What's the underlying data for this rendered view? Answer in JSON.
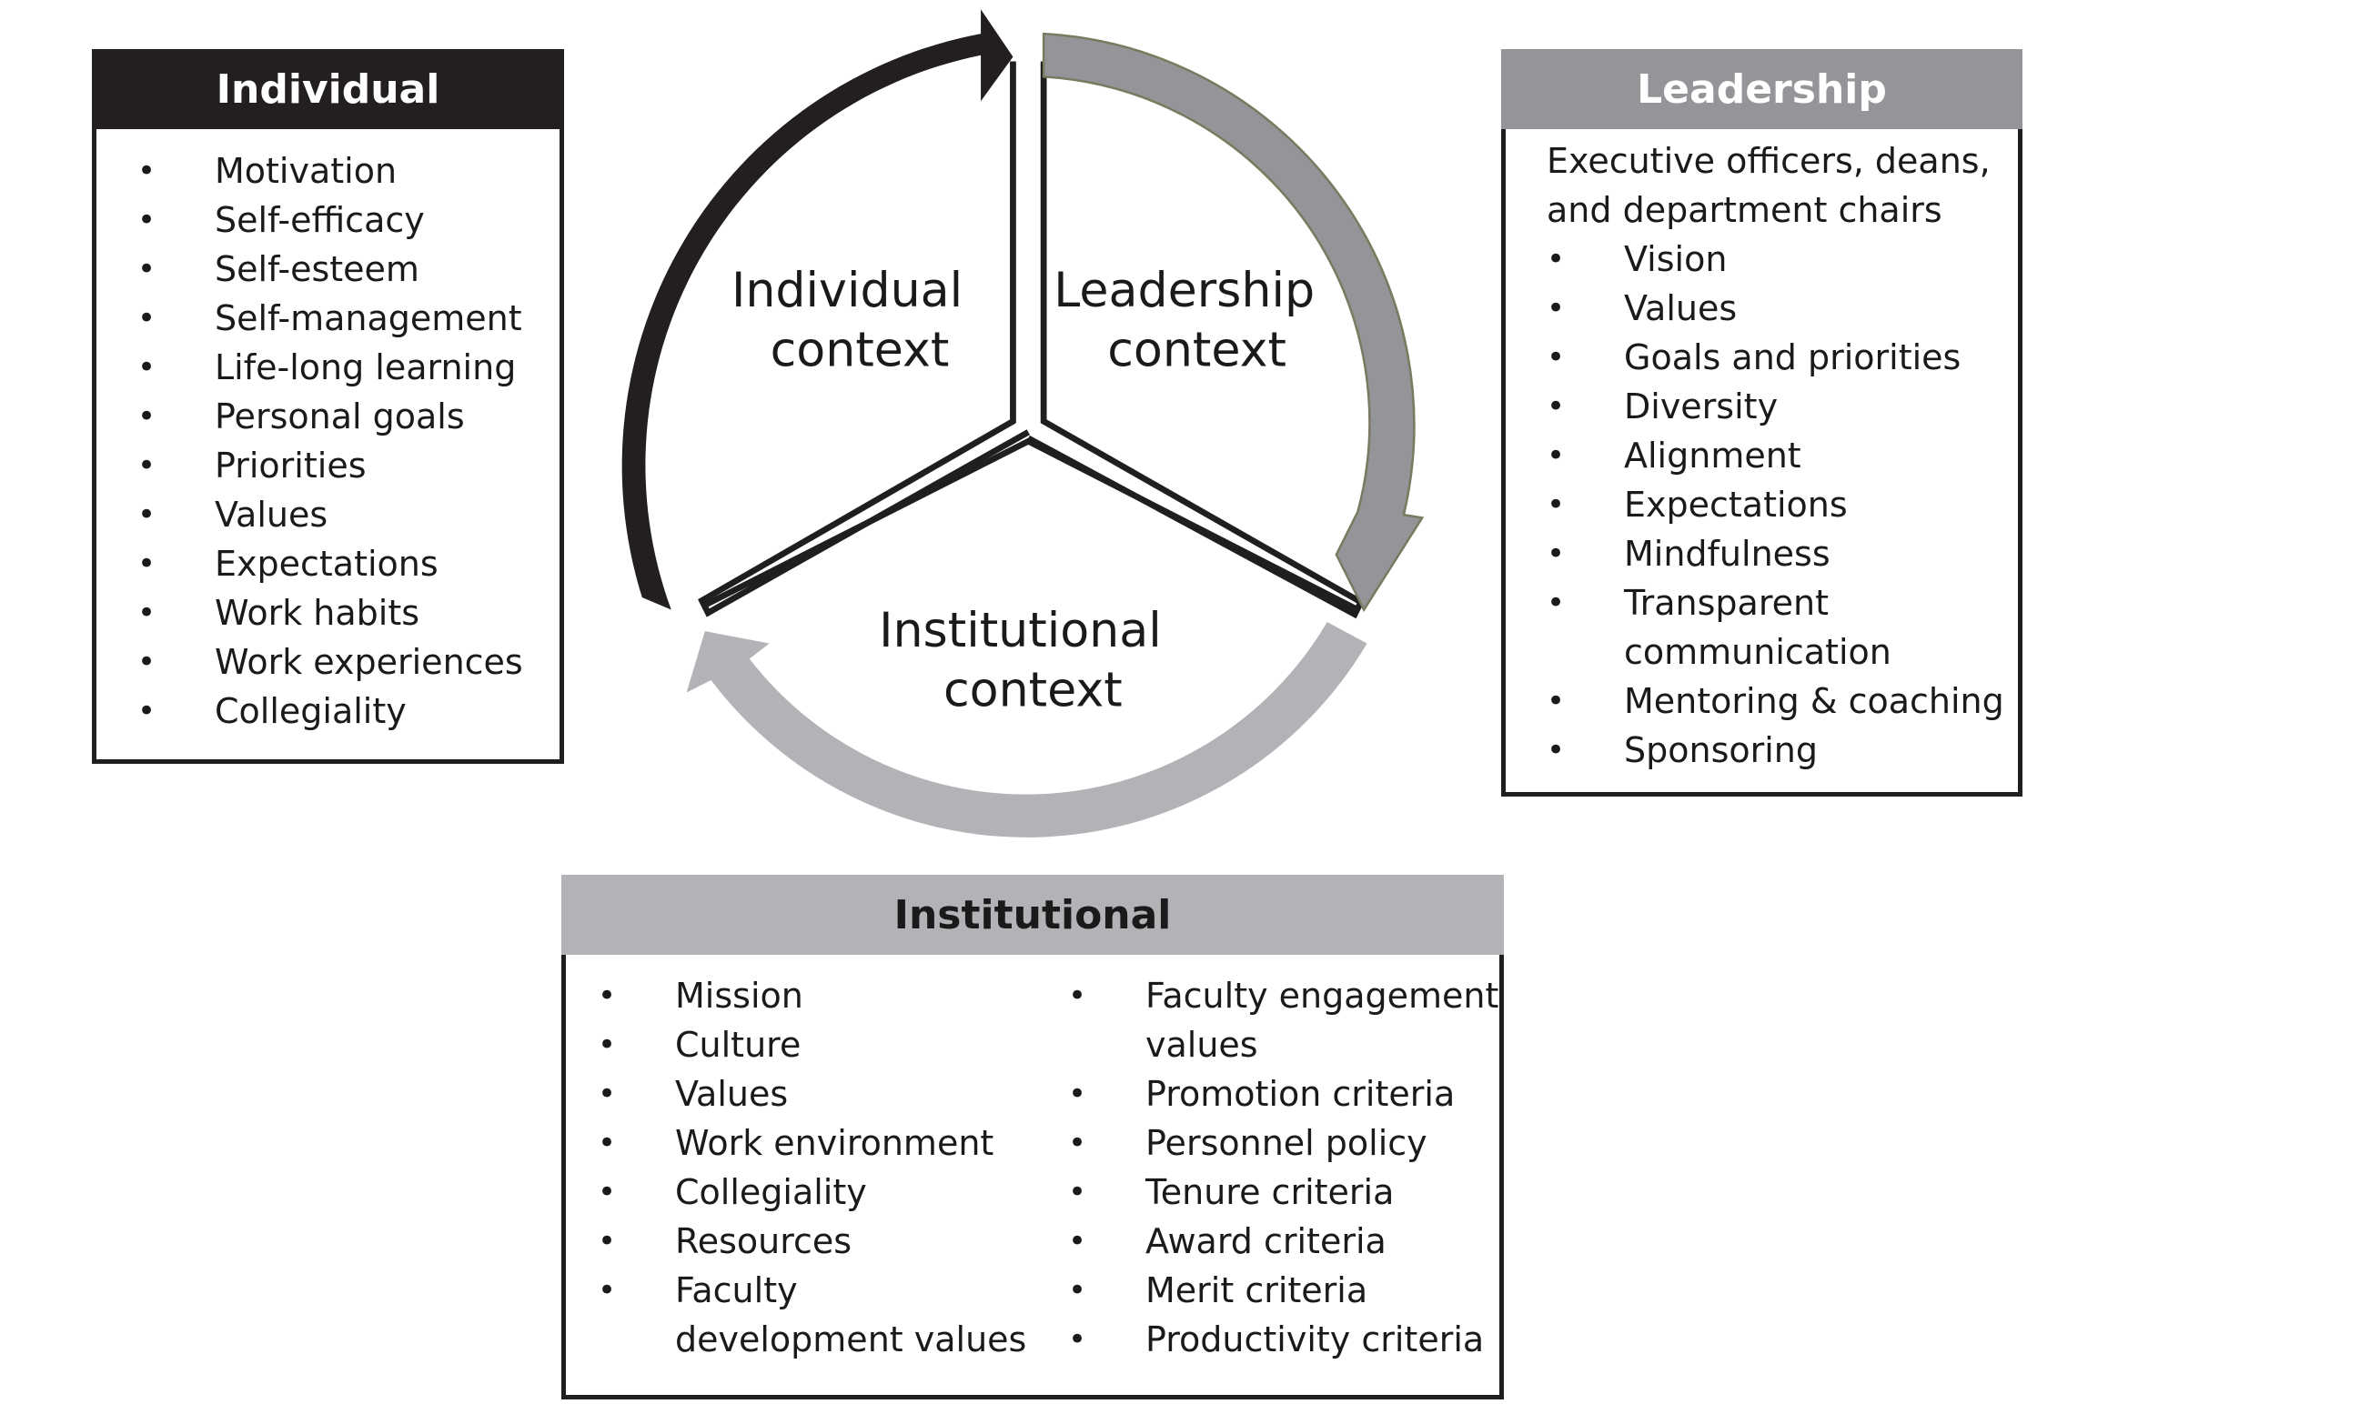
{
  "cycle": {
    "individual_context": [
      "Individual",
      "context"
    ],
    "leadership_context": [
      "Leadership",
      "context"
    ],
    "institutional_context": [
      "Institutional",
      "context"
    ],
    "colors": {
      "dark": "#231f20",
      "mid": "#939598",
      "light": "#b1b3b6"
    }
  },
  "individual": {
    "title": "Individual",
    "items": [
      "Motivation",
      "Self-efficacy",
      "Self-esteem",
      "Self-management",
      "Life-long learning",
      "Personal goals",
      "Priorities",
      "Values",
      "Expectations",
      "Work habits",
      "Work experiences",
      "Collegiality"
    ]
  },
  "leadership": {
    "title": "Leadership",
    "intro": [
      "Executive officers, deans,",
      "and department chairs"
    ],
    "items": [
      "Vision",
      "Values",
      "Goals and priorities",
      "Diversity",
      "Alignment",
      "Expectations",
      "Mindfulness",
      "Transparent",
      "communication",
      "Mentoring & coaching",
      "Sponsoring"
    ]
  },
  "institutional": {
    "title": "Institutional",
    "left_items": [
      "Mission",
      "Culture",
      "Values",
      "Work environment",
      "Collegiality",
      "Resources",
      "Faculty",
      "development values"
    ],
    "right_items": [
      "Faculty engagement",
      "values",
      "Promotion criteria",
      "Personnel policy",
      "Tenure criteria",
      "Award criteria",
      "Merit criteria",
      "Productivity criteria"
    ]
  }
}
